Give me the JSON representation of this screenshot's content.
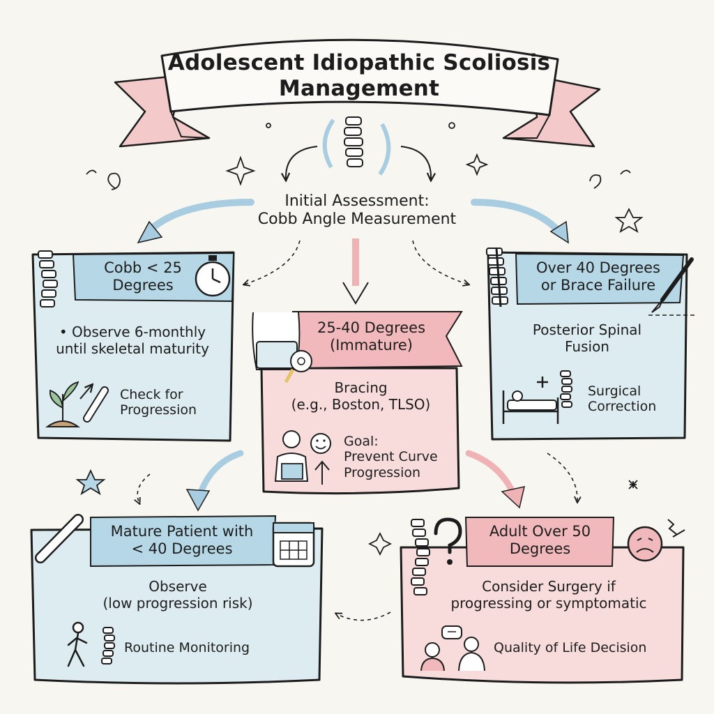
{
  "title": {
    "line1": "Adolescent Idiopathic Scoliosis",
    "line2": "Management"
  },
  "assessment": {
    "line1": "Initial Assessment:",
    "line2": "Cobb Angle Measurement"
  },
  "boxes": {
    "cobb_lt_25": {
      "header_l1": "Cobb < 25",
      "header_l2": "Degrees",
      "bullet": "• Observe 6-monthly",
      "bullet_l2": "until skeletal maturity",
      "note_l1": "Check for",
      "note_l2": "Progression"
    },
    "deg_25_40": {
      "header_l1": "25-40 Degrees",
      "header_l2": "(Immature)",
      "body_l1": "Bracing",
      "body_l2": "(e.g., Boston, TLSO)",
      "note_l1": "Goal:",
      "note_l2": "Prevent Curve",
      "note_l3": "Progression"
    },
    "over_40": {
      "header_l1": "Over 40 Degrees",
      "header_l2": "or Brace Failure",
      "body_l1": "Posterior Spinal",
      "body_l2": "Fusion",
      "note_l1": "Surgical",
      "note_l2": "Correction"
    },
    "mature_lt_40": {
      "header_l1": "Mature Patient with",
      "header_l2": "< 40 Degrees",
      "body_l1": "Observe",
      "body_l2": "(low progression risk)",
      "note": "Routine Monitoring"
    },
    "adult_over_50": {
      "header_l1": "Adult Over 50",
      "header_l2": "Degrees",
      "body_l1": "Consider Surgery if",
      "body_l2": "progressing or symptomatic",
      "note": "Quality of Life Decision"
    }
  },
  "colors": {
    "blue_fill": "#dcecf1",
    "blue_band": "#b6d8e6",
    "pink_fill": "#f8dcdc",
    "pink_band": "#f2b9bc",
    "arrow_blue": "#a9cde0",
    "arrow_pink": "#efb3b6",
    "ink": "#1c1c1c"
  },
  "icons": [
    "spine-icon",
    "stopwatch-icon",
    "sprout-icon",
    "bone-icon",
    "torso-brace-icon",
    "tape-measure-icon",
    "smiley-icon",
    "scalpel-icon",
    "hospital-bed-icon",
    "calendar-icon",
    "walking-person-icon",
    "question-mark-icon",
    "sad-face-icon",
    "doctor-patient-icon"
  ]
}
